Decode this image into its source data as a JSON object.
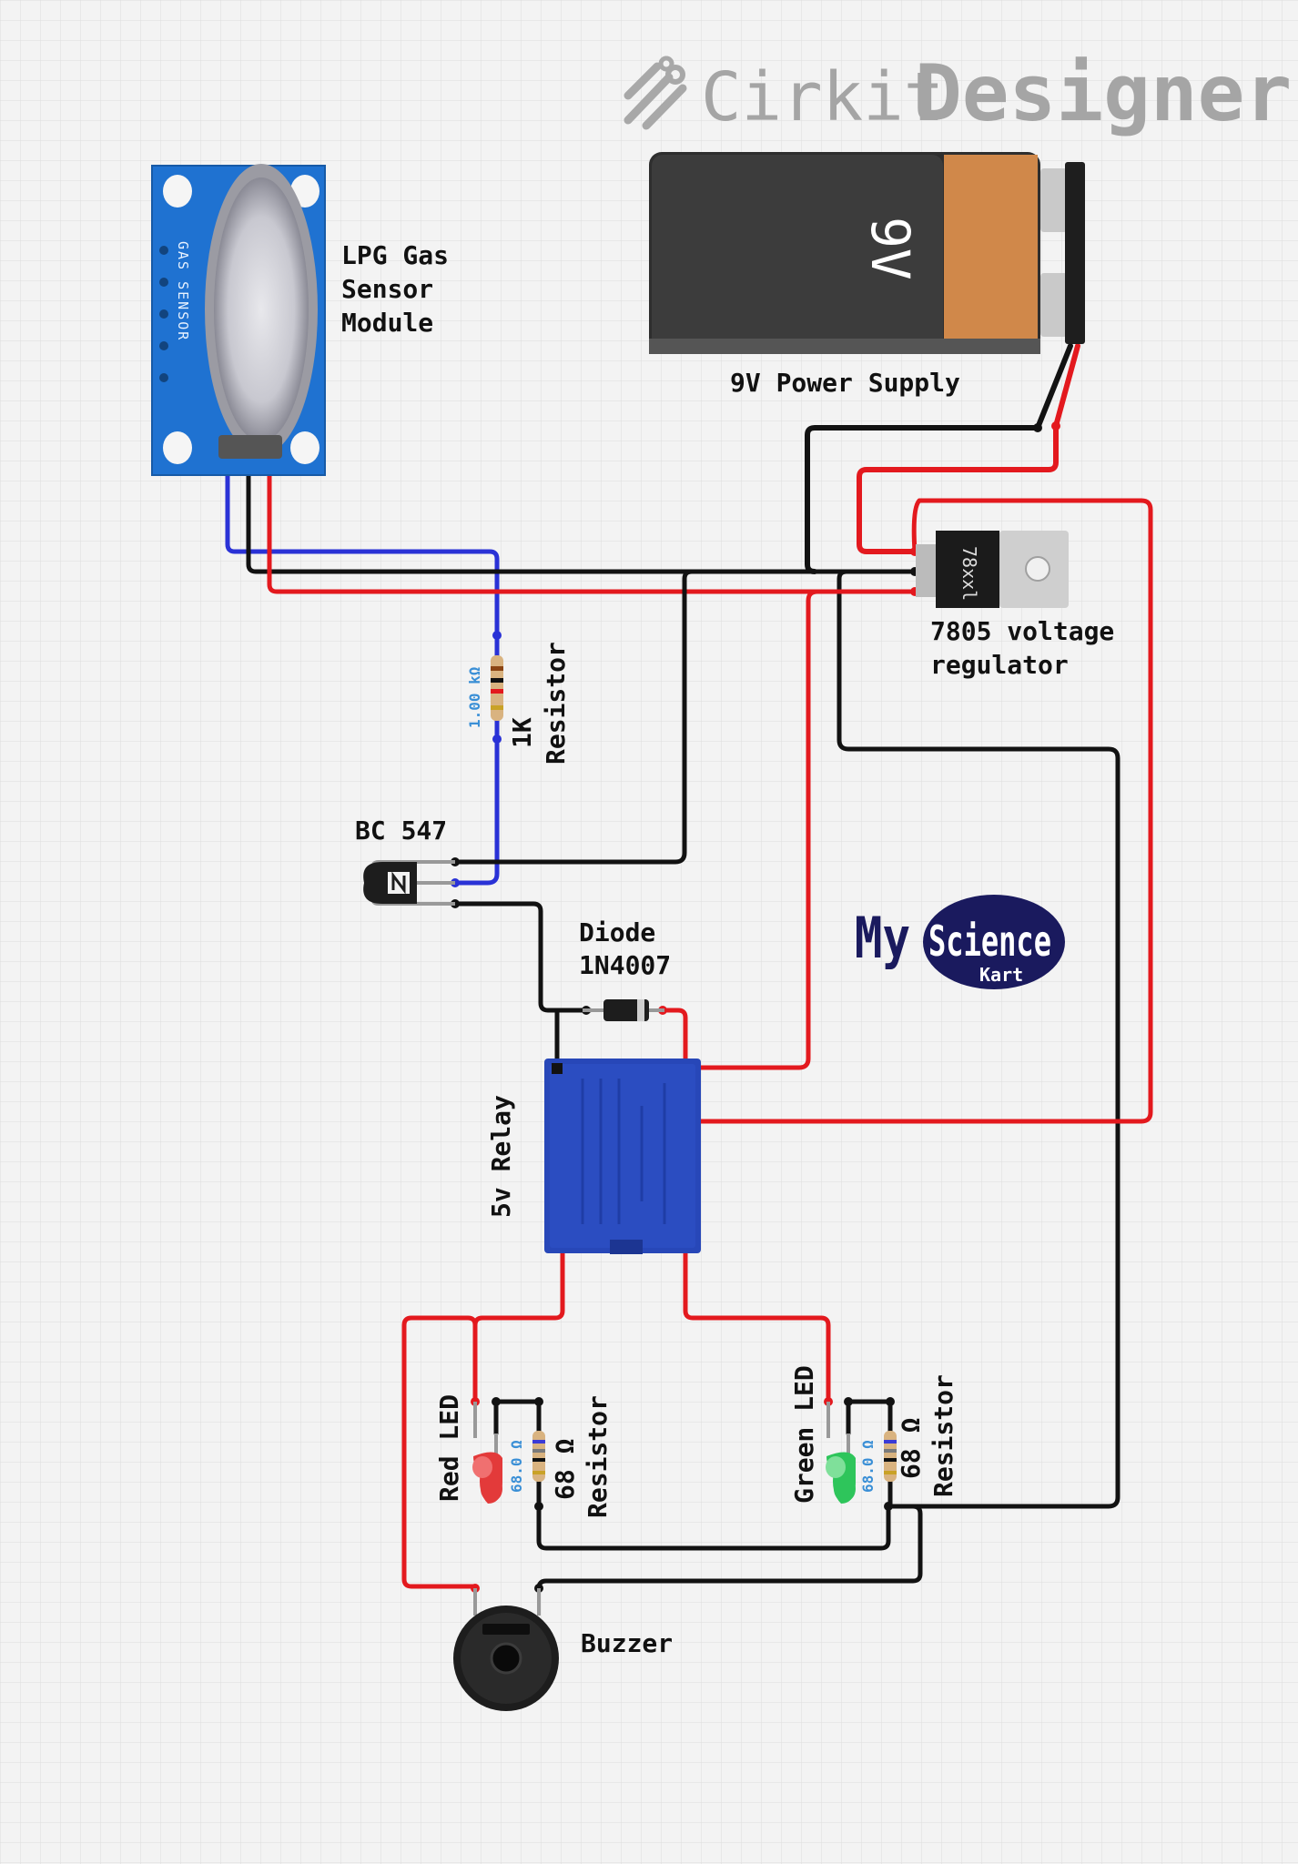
{
  "brand": {
    "left": "Cirkit",
    "right": "Designer"
  },
  "components": {
    "gas_sensor": {
      "label_lines": [
        "LPG Gas",
        "Sensor",
        "Module"
      ],
      "board_text": "GAS SENSOR"
    },
    "battery": {
      "label": "9V Power Supply",
      "case_text": "9V"
    },
    "regulator": {
      "label_lines": [
        "7805 voltage",
        "regulator"
      ],
      "chip_text": "78xxl"
    },
    "resistor_1k": {
      "label_lines": [
        "1K",
        "Resistor"
      ],
      "value": "1.00 kΩ"
    },
    "transistor": {
      "label": "BC 547"
    },
    "diode": {
      "label_lines": [
        "Diode",
        "1N4007"
      ]
    },
    "relay": {
      "label": "5v Relay"
    },
    "red_led": {
      "label": "Red LED"
    },
    "red_resistor": {
      "label_lines": [
        "68 Ω",
        "Resistor"
      ],
      "value": "68.0 Ω"
    },
    "green_led": {
      "label": "Green LED"
    },
    "green_resistor": {
      "label_lines": [
        "68 Ω",
        "Resistor"
      ],
      "value": "68.0 Ω"
    },
    "buzzer": {
      "label": "Buzzer"
    }
  },
  "logo": {
    "my": "My",
    "science": "Science",
    "kart": "Kart"
  },
  "colors": {
    "wire_red": "#e3191e",
    "wire_black": "#121212",
    "wire_blue": "#2a32d6",
    "grid": "#dcdcdc",
    "board_blue": "#1f72d1",
    "relay_blue": "#2747b8",
    "logo_navy": "#1a1a5e"
  }
}
